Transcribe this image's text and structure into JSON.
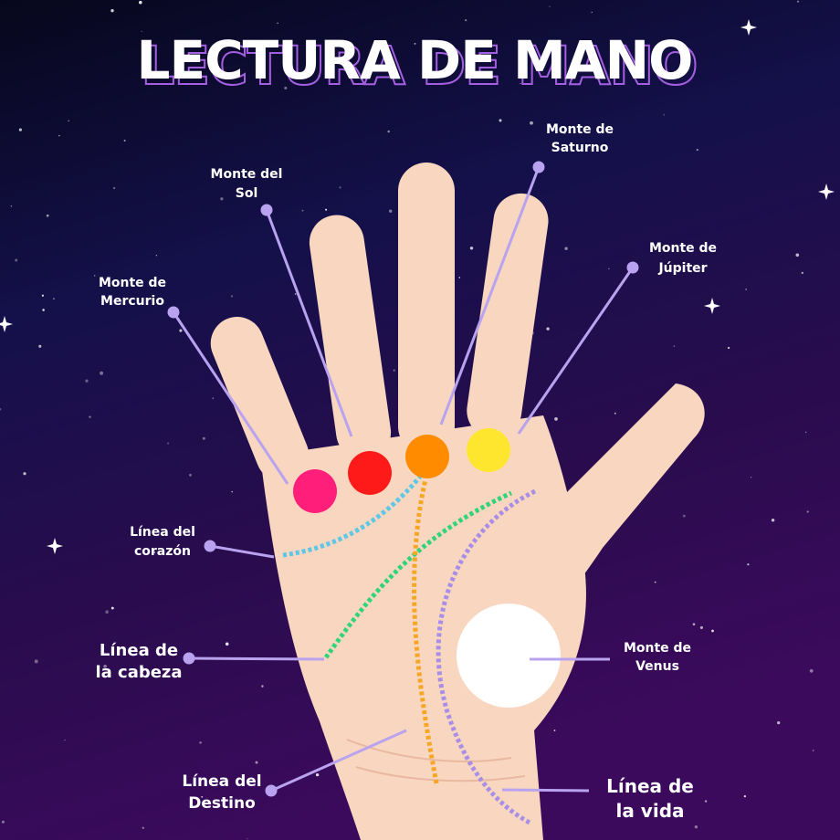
{
  "title": "LECTURA DE MANO",
  "labels": {
    "mercurio": [
      "Monte de",
      "Mercurio"
    ],
    "sol": [
      "Monte del",
      "Sol"
    ],
    "saturno": [
      "Monte de",
      "Saturno"
    ],
    "jupiter": [
      "Monte de",
      "Júpiter"
    ],
    "corazon": [
      "Línea del",
      "corazón"
    ],
    "cabeza": [
      "Línea de",
      "la cabeza"
    ],
    "destino": [
      "Línea del",
      "Destino"
    ],
    "venus": [
      "Monte de",
      "Venus"
    ],
    "vida": [
      "Línea de",
      "la vida"
    ]
  },
  "colors": {
    "mercurio": "#ff1f7a",
    "sol": "#ff1a1a",
    "saturno": "#ff8c00",
    "jupiter": "#ffe62e",
    "venus": "#ffffff",
    "heart_line": "#5bc8e8",
    "head_line": "#2ed47a",
    "fate_line": "#f5a623",
    "life_line": "#a98ee8",
    "pointer": "#b9a3f0",
    "skin": "#f8d6bf"
  }
}
